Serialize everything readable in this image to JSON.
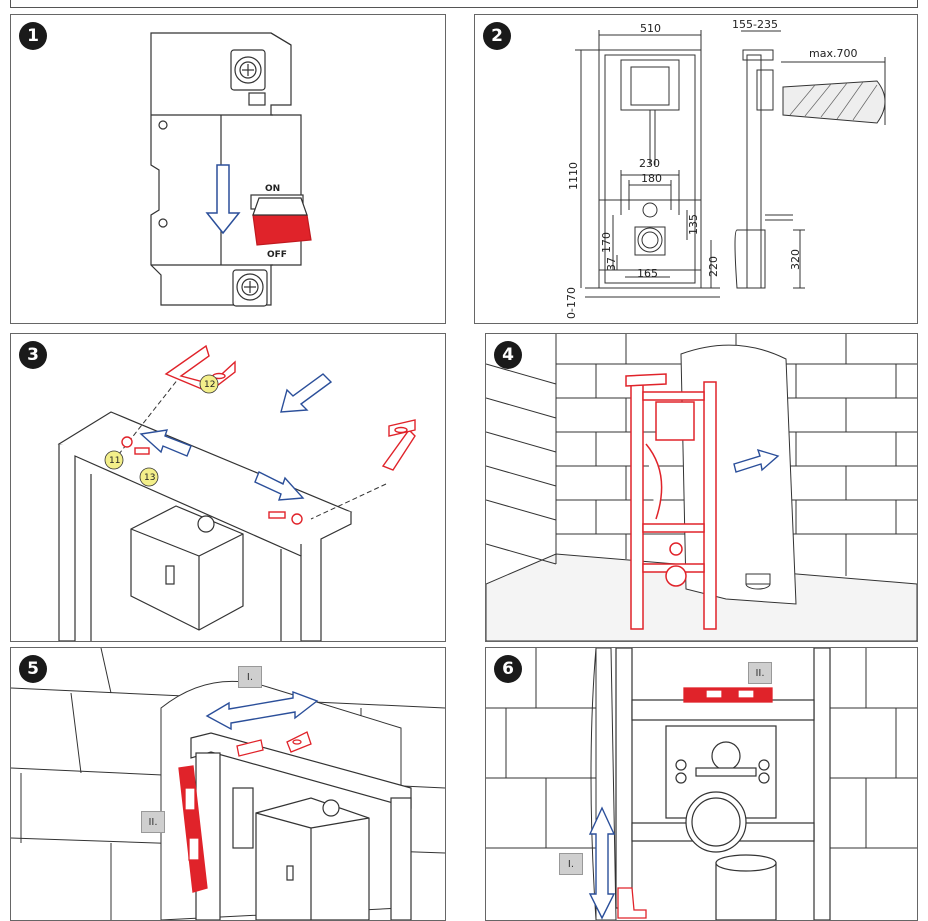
{
  "panels": [
    {
      "number": "1"
    },
    {
      "number": "2"
    },
    {
      "number": "3"
    },
    {
      "number": "4"
    },
    {
      "number": "5"
    },
    {
      "number": "6"
    }
  ],
  "switch": {
    "on_label": "ON",
    "off_label": "OFF"
  },
  "dimensions": {
    "width_510": "510",
    "depth_range": "155-235",
    "max_700": "max.700",
    "height_1110": "1110",
    "d230": "230",
    "d180": "180",
    "d135": "135",
    "d170": "170",
    "d37": "37",
    "d165": "165",
    "d220": "220",
    "d320": "320",
    "floor_range": "0-170"
  },
  "callouts": {
    "c11": "11",
    "c12": "12",
    "c13": "13"
  },
  "step_tags": {
    "step_i": "I.",
    "step_ii": "II."
  },
  "colors": {
    "accent": "#e0232a",
    "arrow": "#2b4f9a",
    "callout": "#f3ef8a"
  }
}
